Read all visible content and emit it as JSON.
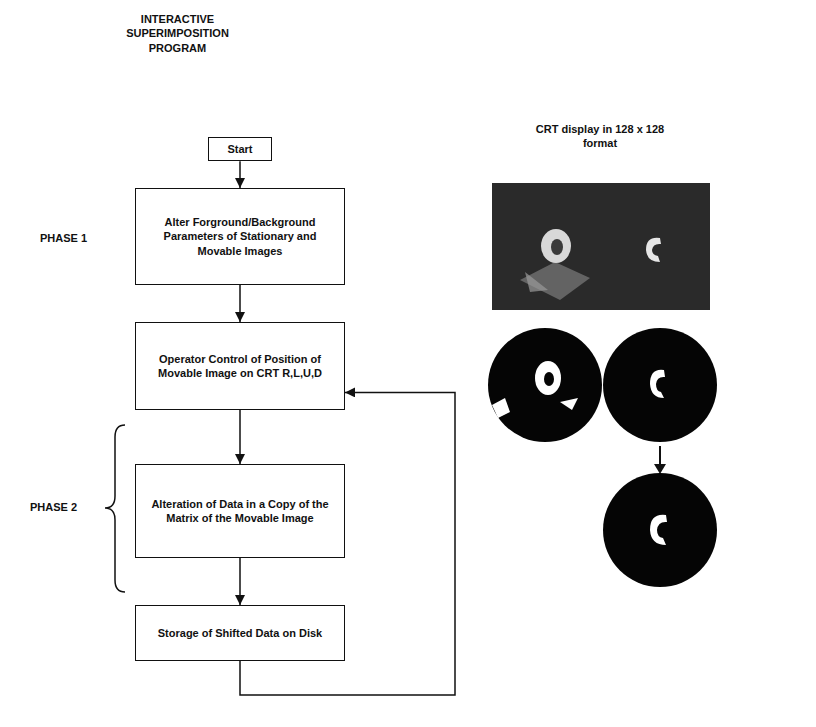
{
  "diagram": {
    "title": "INTERACTIVE SUPERIMPOSITION PROGRAM",
    "nodes": [
      {
        "text": [
          "Start"
        ]
      },
      {
        "text": [
          "Alter Forground/Background Parameters of Stationary and Movable Images"
        ]
      },
      {
        "text": [
          "Operator Control of Position of Movable Image on CRT R,L,U,D"
        ]
      },
      {
        "text": [
          "Alteration of Data in a Copy of the Matrix of the Movable Image"
        ]
      },
      {
        "text": [
          "Storage of Shifted Data on Disk"
        ]
      }
    ],
    "edges": [
      {
        "from": 0,
        "to": 1,
        "arrow": "to"
      },
      {
        "from": 1,
        "to": 2,
        "arrow": "to"
      },
      {
        "from": 2,
        "to": 3,
        "arrow": "to"
      },
      {
        "from": 3,
        "to": 4,
        "arrow": "to"
      },
      {
        "from": 4,
        "to": 2,
        "arrow": "to"
      }
    ],
    "labels": [
      "PHASE 1",
      "PHASE 2",
      "CRT display in 128 x 128 format"
    ]
  }
}
